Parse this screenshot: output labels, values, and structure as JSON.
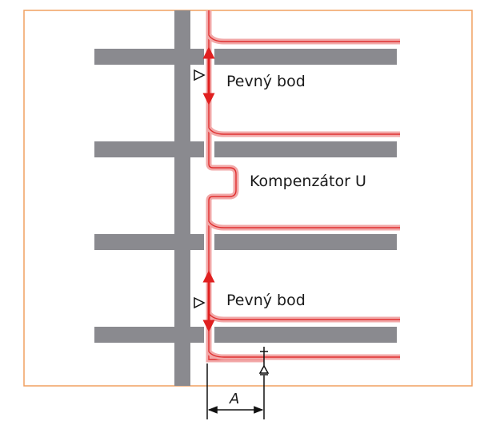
{
  "labels": {
    "fixed_point_top": "Pevný bod",
    "compensator": "Kompenzátor U",
    "fixed_point_bottom": "Pevný bod",
    "dimension": "A"
  },
  "colors": {
    "frame": "#f0a060",
    "structure": "#8a8a8f",
    "pipe_outer": "#f2a8a8",
    "pipe_inner": "#e03030",
    "arrow": "#e02020",
    "dimension": "#111111"
  }
}
